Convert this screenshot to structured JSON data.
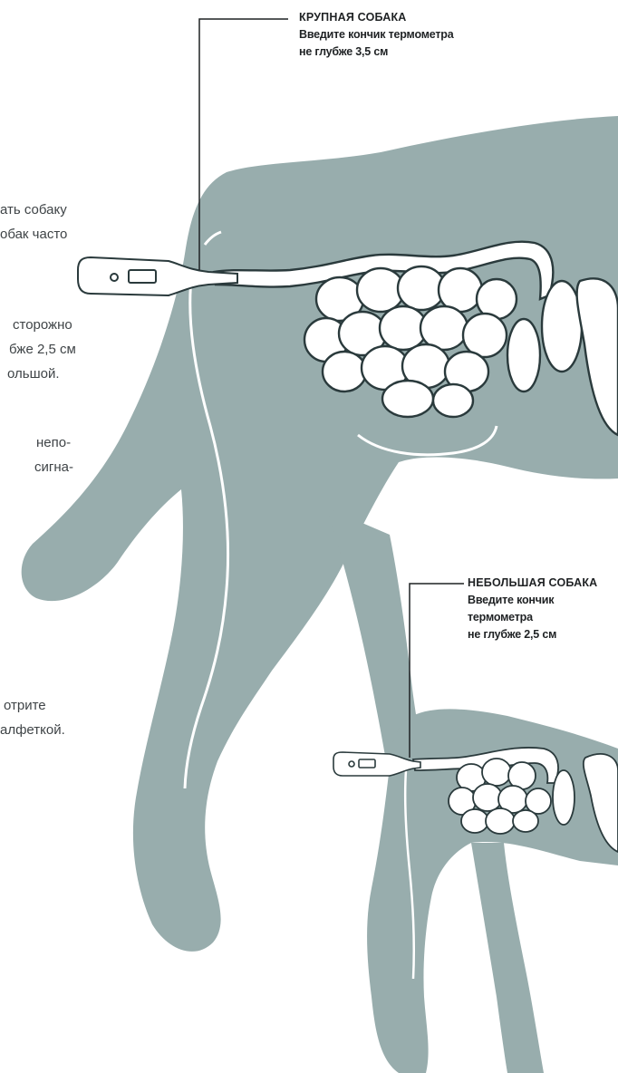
{
  "left_text": {
    "block1": [
      "ать собаку",
      "обак часто"
    ],
    "block2": [
      "сторожно",
      "бже 2,5 см",
      "ольшой."
    ],
    "block3": [
      "непо-",
      "сигна-"
    ],
    "block4": [
      "отрите",
      "алфеткой."
    ]
  },
  "callout_large": {
    "title": "КРУПНАЯ СОБАКА",
    "line1": "Введите кончик термометра",
    "line2": "не глубже 3,5 см"
  },
  "callout_small": {
    "title": "НЕБОЛЬШАЯ СОБАКА",
    "line1": "Введите кончик",
    "line2": "термометра",
    "line3": "не глубже 2,5 см"
  },
  "colors": {
    "dog": "#98adad",
    "outline": "#2a3a3c",
    "organ": "#ffffff",
    "text": "#3f4447"
  }
}
